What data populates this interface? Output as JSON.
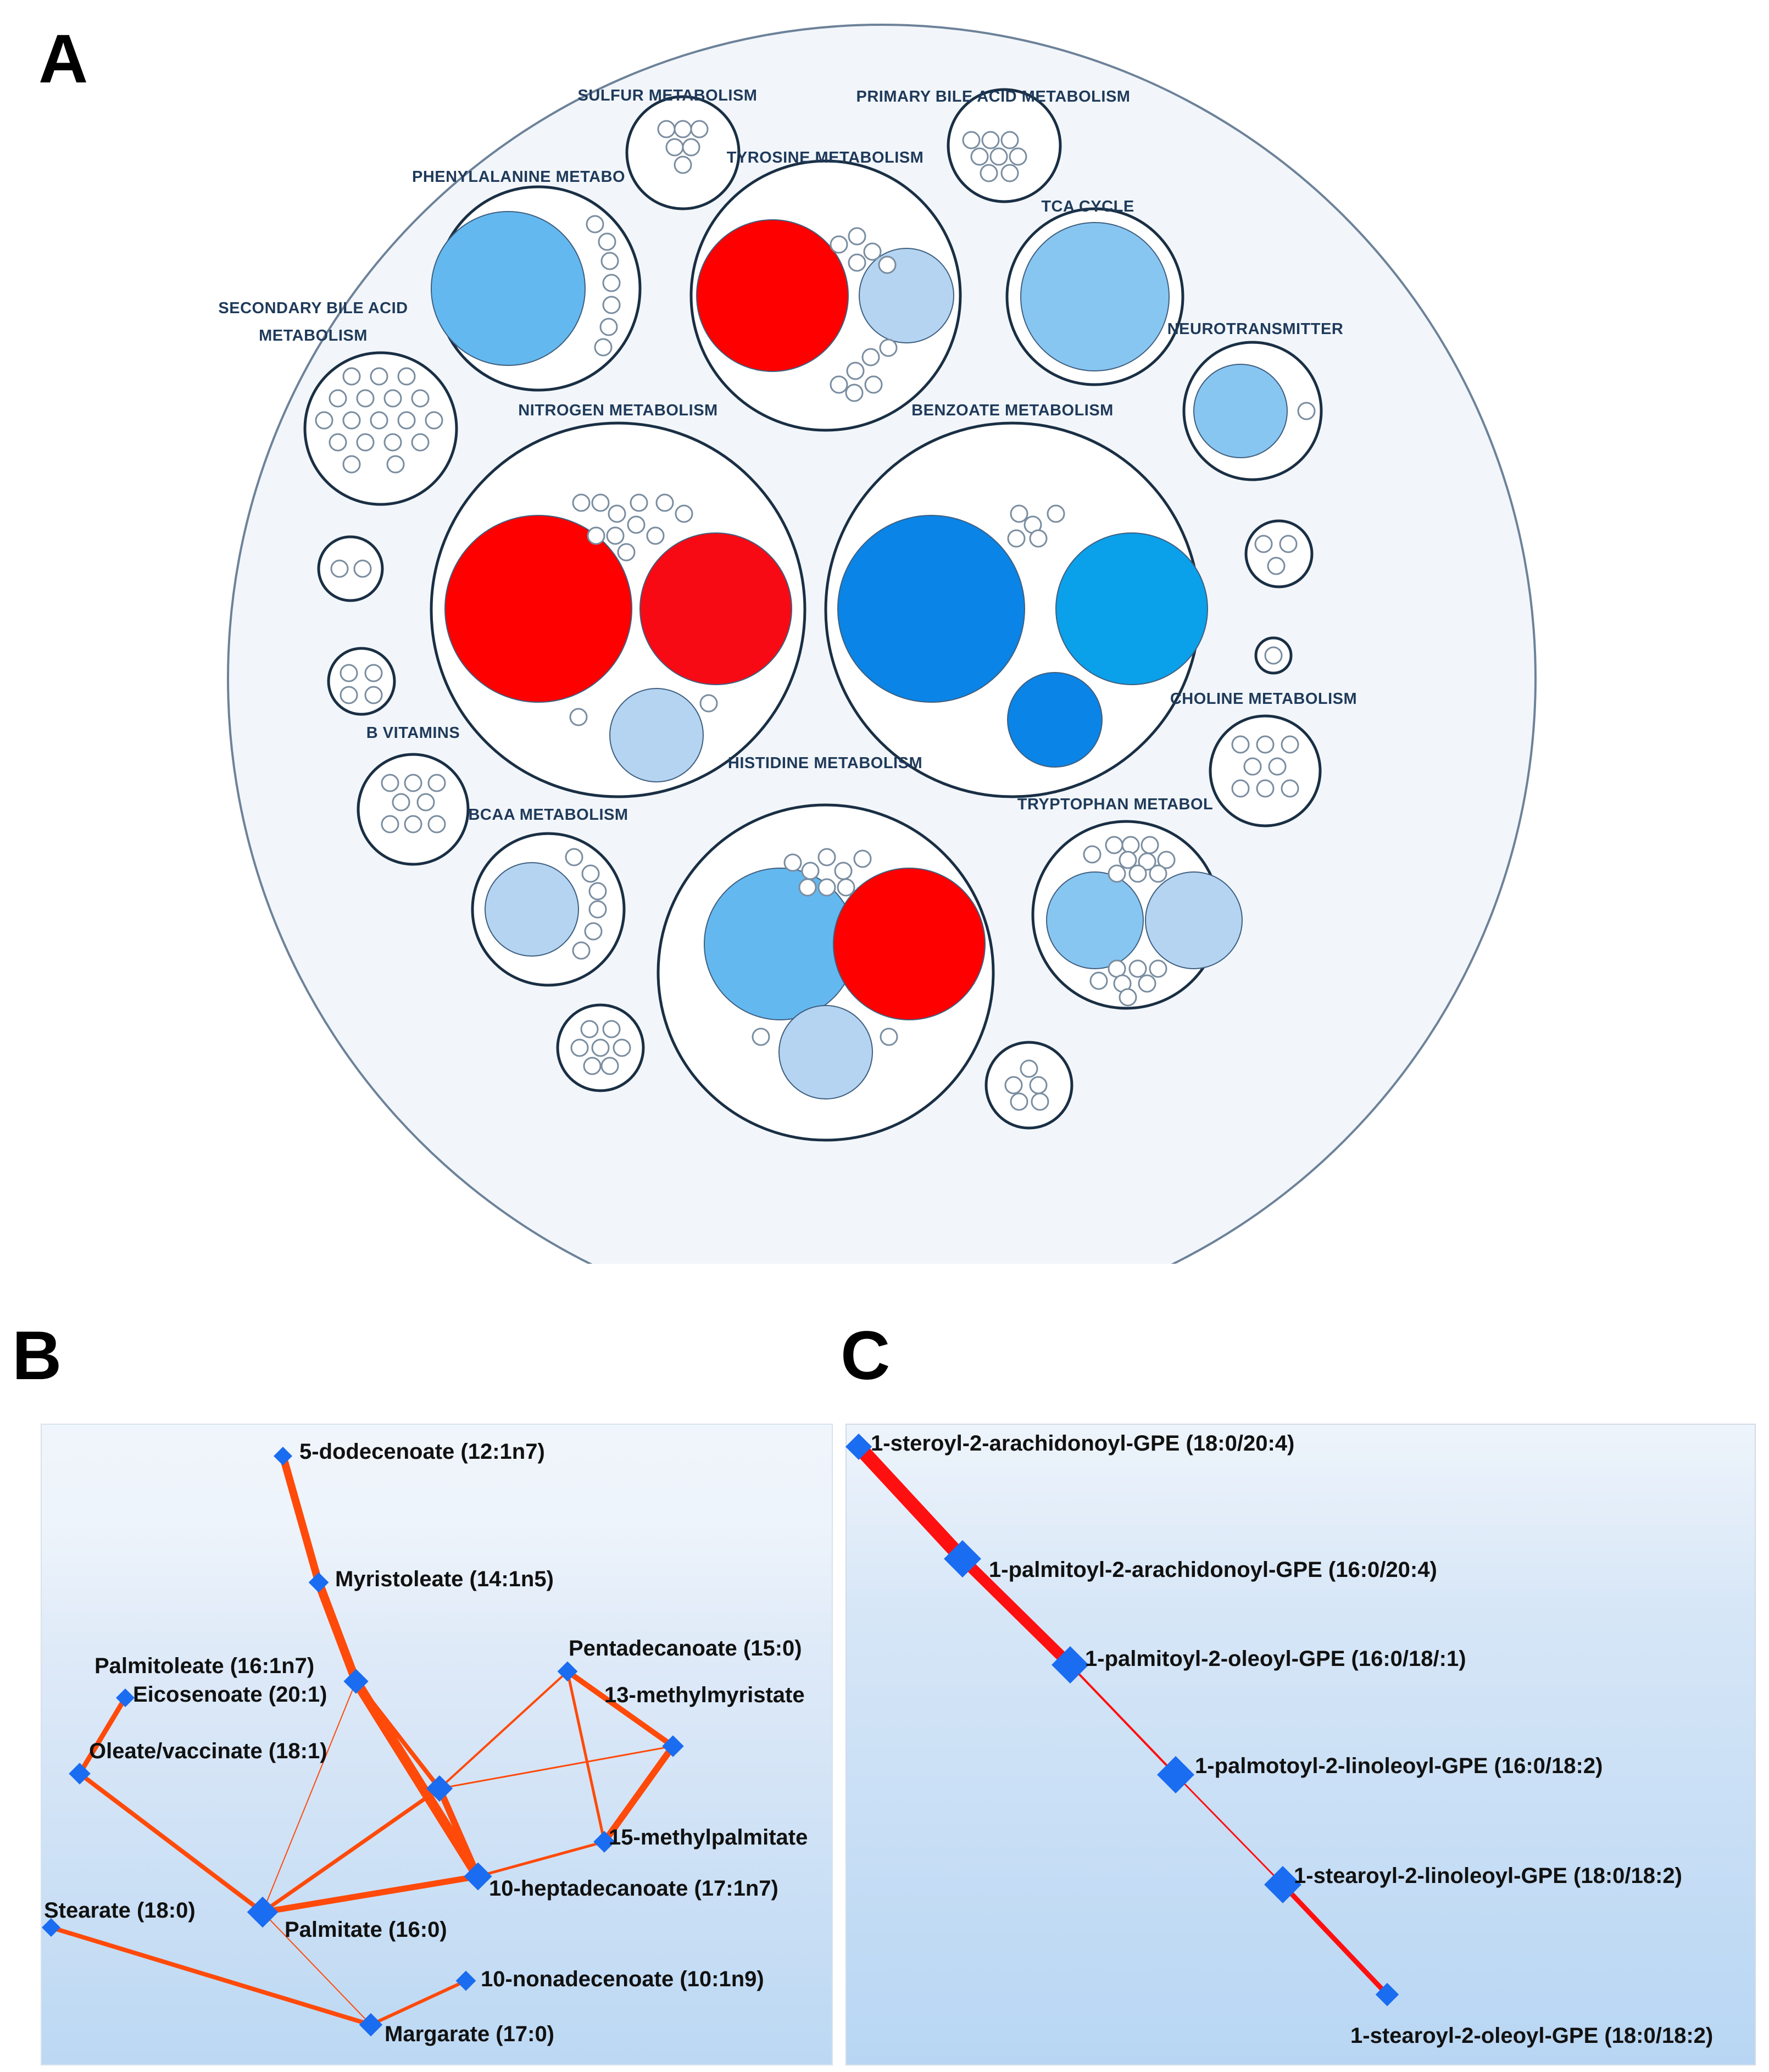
{
  "figure": {
    "panels": [
      "A",
      "B",
      "C"
    ]
  },
  "panel_a": {
    "pathways": [
      {
        "id": "sulfur",
        "label": "SULFUR METABOLISM"
      },
      {
        "id": "primary_bile",
        "label": "PRIMARY BILE ACID METABOLISM"
      },
      {
        "id": "tyrosine",
        "label": "TYROSINE METABOLISM"
      },
      {
        "id": "phenylalanine",
        "label": "PHENYLALANINE METABO"
      },
      {
        "id": "tca",
        "label": "TCA CYCLE"
      },
      {
        "id": "secondary_bile",
        "label": "SECONDARY BILE ACID",
        "label2": "METABOLISM"
      },
      {
        "id": "neurotransmitter",
        "label": "NEUROTRANSMITTER"
      },
      {
        "id": "nitrogen",
        "label": "NITROGEN METABOLISM"
      },
      {
        "id": "benzoate",
        "label": "BENZOATE METABOLISM"
      },
      {
        "id": "choline",
        "label": "CHOLINE METABOLISM"
      },
      {
        "id": "b_vitamins",
        "label": "B VITAMINS"
      },
      {
        "id": "histidine",
        "label": "HISTIDINE METABOLISM"
      },
      {
        "id": "bcaa",
        "label": "BCAA METABOLISM"
      },
      {
        "id": "tryptophan",
        "label": "TRYPTOPHAN METABOL"
      }
    ],
    "colors": {
      "up_strong": "#ff0000",
      "up": "#f80a14",
      "down_strong": "#0a84e6",
      "down": "#0aa0ea",
      "down_mid": "#64b8f0",
      "down_light": "#88c6f2",
      "down_pale": "#b4d4f2",
      "background": "#f2f6fa",
      "outline": "#1a2f44"
    }
  },
  "panel_b": {
    "nodes": [
      {
        "id": "n1",
        "label": "5-dodecenoate (12:1n7)"
      },
      {
        "id": "n2",
        "label": "Myristoleate (14:1n5)"
      },
      {
        "id": "n3",
        "label": "Palmitoleate (16:1n7)"
      },
      {
        "id": "n4",
        "label": "Pentadecanoate (15:0)"
      },
      {
        "id": "n5",
        "label": "13-methylmyristate"
      },
      {
        "id": "n6",
        "label": "Eicosenoate (20:1)"
      },
      {
        "id": "n7",
        "label": "Oleate/vaccinate (18:1)"
      },
      {
        "id": "n8",
        "label": "15-methylpalmitate"
      },
      {
        "id": "n9",
        "label": "10-heptadecanoate (17:1n7)"
      },
      {
        "id": "n10",
        "label": "Stearate (18:0)"
      },
      {
        "id": "n11",
        "label": "Palmitate (16:0)"
      },
      {
        "id": "n12",
        "label": "10-nonadecenoate (10:1n9)"
      },
      {
        "id": "n13",
        "label": "Margarate (17:0)"
      },
      {
        "id": "n14",
        "label": ""
      }
    ],
    "edge_color": "#ff4a0a",
    "node_color": "#1a6cf0"
  },
  "panel_c": {
    "nodes": [
      {
        "id": "c1",
        "label": "1-steroyl-2-arachidonoyl-GPE (18:0/20:4)"
      },
      {
        "id": "c2",
        "label": "1-palmitoyl-2-arachidonoyl-GPE (16:0/20:4)"
      },
      {
        "id": "c3",
        "label": "1-palmitoyl-2-oleoyl-GPE (16:0/18/:1)"
      },
      {
        "id": "c4",
        "label": "1-palmotoyl-2-linoleoyl-GPE (16:0/18:2)"
      },
      {
        "id": "c5",
        "label": "1-stearoyl-2-linoleoyl-GPE (18:0/18:2)"
      },
      {
        "id": "c6",
        "label": "1-stearoyl-2-oleoyl-GPE (18:0/18:2)"
      }
    ],
    "edge_color": "#ff1010",
    "node_color": "#1a6cf0"
  }
}
